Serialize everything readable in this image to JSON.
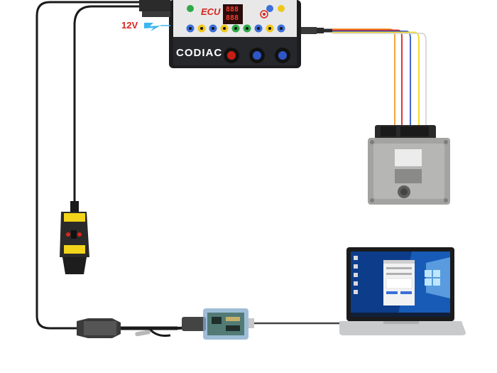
{
  "box": {
    "brand": "CODIAC",
    "ecu_label": "ECU",
    "display_top": "888",
    "display_bottom": "888"
  },
  "power": {
    "voltage_label": "12V"
  },
  "colors": {
    "red_lead": "#e0311f",
    "orange_wire": "#f19a2c",
    "red_wire": "#d8261c",
    "blue_wire": "#2f56c8",
    "yellow_wire": "#f2d41a",
    "white_wire": "#e6e6e6",
    "box_body": "#1d1d1f",
    "ecu_metal": "#a3a4a2"
  },
  "icons": [
    "power-button-icon",
    "laptop-icon",
    "windows-logo-icon"
  ]
}
